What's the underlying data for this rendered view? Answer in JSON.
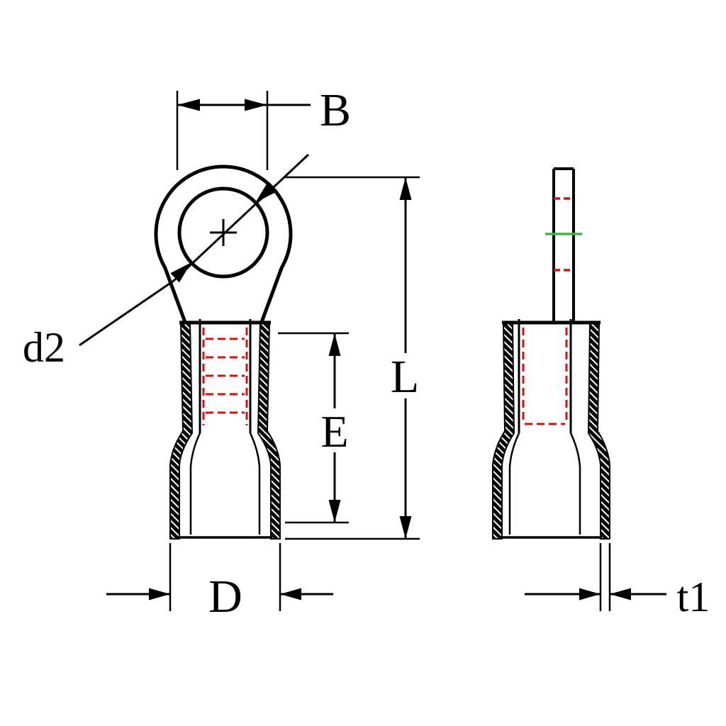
{
  "diagram": {
    "dimension_labels": {
      "b": "B",
      "d2": "d2",
      "l": "L",
      "e": "E",
      "d": "D",
      "t1": "t1"
    },
    "colors": {
      "outline": "#000000",
      "crimp_marking_red": "#cc1212",
      "strip_gauge_green": "#3cb54a",
      "background": "#ffffff"
    }
  }
}
